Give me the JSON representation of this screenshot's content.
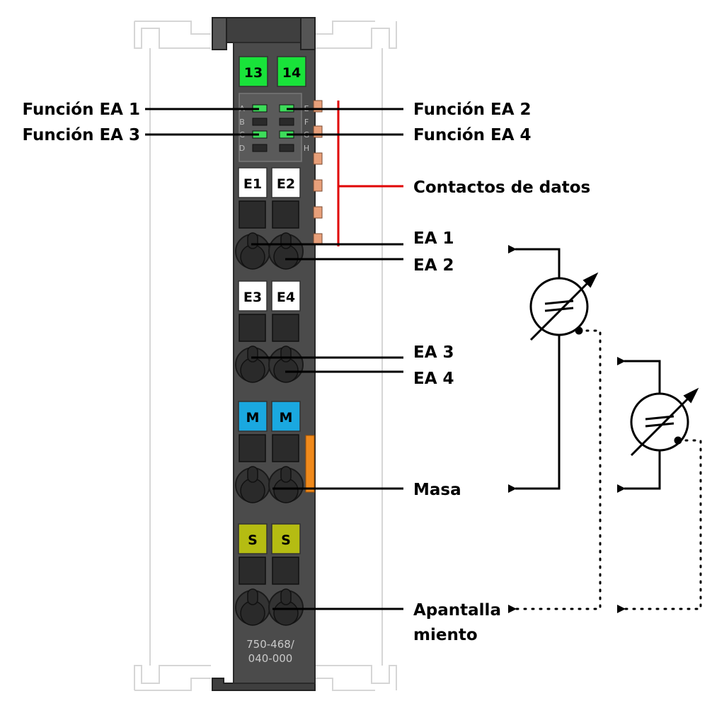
{
  "module": {
    "top_labels": [
      "13",
      "14"
    ],
    "led_letters_left": [
      "A",
      "B",
      "C",
      "D"
    ],
    "led_letters_right": [
      "E",
      "F",
      "G",
      "H"
    ],
    "terminal_groups": [
      {
        "left": "E1",
        "right": "E2",
        "color": "#ffffff"
      },
      {
        "left": "E3",
        "right": "E4",
        "color": "#ffffff"
      },
      {
        "left": "M",
        "right": "M",
        "color": "#1aa8e0"
      },
      {
        "left": "S",
        "right": "S",
        "color": "#b5bc12"
      }
    ],
    "part_number_line1": "750-468/",
    "part_number_line2": "040-000"
  },
  "labels": {
    "func1": "Función EA 1",
    "func2": "Función EA 2",
    "func3": "Función EA 3",
    "func4": "Función EA 4",
    "data_contacts": "Contactos de datos",
    "ea1": "EA 1",
    "ea2": "EA 2",
    "ea3": "EA 3",
    "ea4": "EA 4",
    "ground": "Masa",
    "shield_line1": "Apantalla",
    "shield_line2": "miento"
  },
  "colors": {
    "housing": "#4b4b4b",
    "led_green": "#3ddc5a",
    "top_label_green": "#19e33a",
    "data_contact": "#e8a07a",
    "red_bracket": "#e00000",
    "orange_bar": "#f08a1c"
  }
}
